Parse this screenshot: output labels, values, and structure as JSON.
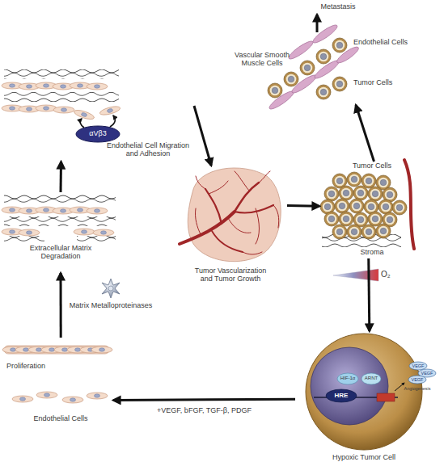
{
  "diagram": {
    "nodes": [
      {
        "text": [
          "Endothelial Cells"
        ]
      },
      {
        "text": [
          "Proliferation"
        ]
      },
      {
        "text": [
          "Extracellular Matrix Degradation"
        ]
      },
      {
        "text": [
          "Endothelial Cell Migration and Adhesion"
        ]
      },
      {
        "text": [
          "αVβ3"
        ],
        "in": 3
      },
      {
        "text": [
          "Tumor Vascularization and Tumor Growth"
        ]
      },
      {
        "text": [
          "Tumor Cells",
          "Stroma"
        ]
      },
      {
        "text": [
          "Hypoxic Tumor Cell"
        ]
      },
      {
        "text": [
          "Vascular Smooth Muscle Cells",
          "Endothelial Cells",
          "Tumor Cells"
        ]
      }
    ],
    "edges": [
      {
        "from": 7,
        "to": 0,
        "arrow": "to",
        "label": "+VEGF, bFGF, TGF-β, PDGF"
      },
      {
        "from": 1,
        "to": 2,
        "arrow": "to"
      },
      {
        "from": 2,
        "to": 3,
        "arrow": "to"
      },
      {
        "from": 3,
        "to": 5,
        "arrow": "to"
      },
      {
        "from": 5,
        "to": 6,
        "arrow": "to"
      },
      {
        "from": 6,
        "to": 7,
        "arrow": "to"
      },
      {
        "from": 6,
        "to": 8,
        "arrow": "to"
      }
    ],
    "labels": [
      "Metastasis",
      "Matrix Metalloproteinases",
      "O₂",
      "HIF-1α",
      "ARNT",
      "HRE",
      "VEGF",
      "VEGF",
      "VEGF",
      "Angiogenesis"
    ]
  }
}
